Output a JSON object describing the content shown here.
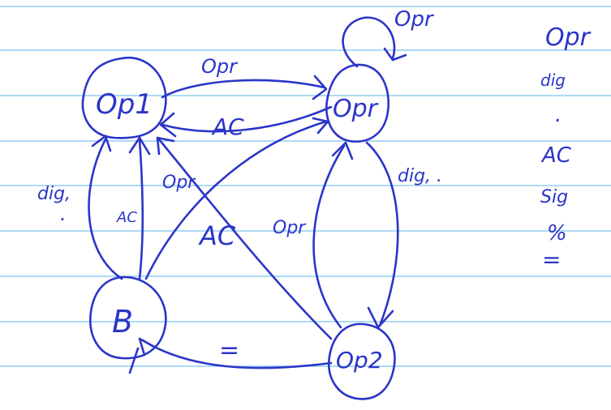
{
  "paper": {
    "rule_color": "#7cc4f0",
    "ink_color": "#2b35c8",
    "background": "#ffffff"
  },
  "nodes": {
    "op1": "Op1",
    "opr": "Opr",
    "b": "B",
    "op2": "Op2"
  },
  "edges": {
    "op1_to_opr": "Opr",
    "opr_to_op1": "AC",
    "opr_self_loop": "Opr",
    "b_to_op1_dig": "dig,",
    "b_to_op1_dot": ".",
    "b_to_op1_ac": "AC",
    "b_to_opr": "Opr",
    "op2_to_op1": "AC",
    "op2_to_opr": "Opr",
    "opr_to_op2": "dig, .",
    "op2_to_b": "="
  },
  "legend": [
    "Opr",
    "dig",
    ".",
    "AC",
    "Sig",
    "%",
    "="
  ]
}
